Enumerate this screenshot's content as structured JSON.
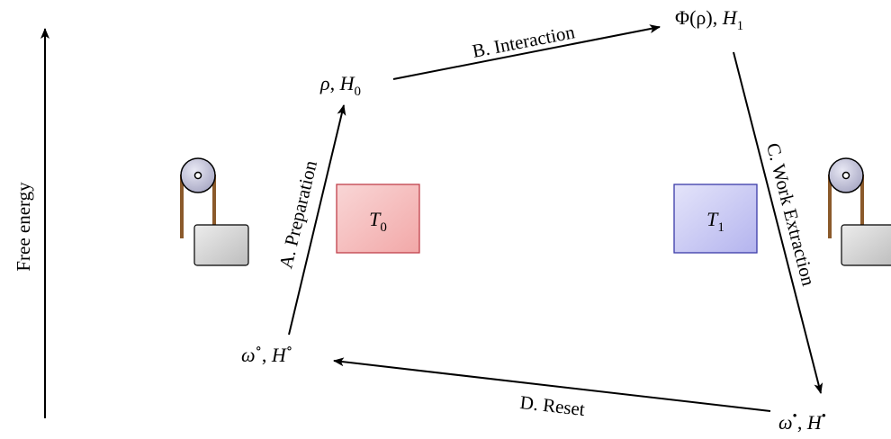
{
  "axis": {
    "label": "Free energy"
  },
  "nodes": {
    "rho_H0": {
      "sym": "ρ",
      "sep": ", ",
      "H": "H",
      "sub": "0"
    },
    "phi_H1": {
      "sym": "Φ(ρ)",
      "sep": ", ",
      "H": "H",
      "sub": "1"
    },
    "omega_circ": {
      "sym": "ω",
      "sup": "∘",
      "sep": ", ",
      "H": "H",
      "hsup": "∘"
    },
    "omega_bullet": {
      "sym": "ω",
      "sup": "•",
      "sep": ", ",
      "H": "H",
      "hsup": "•"
    }
  },
  "steps": {
    "A": "A. Preparation",
    "B": "B. Interaction",
    "C": "C. Work Extraction",
    "D": "D. Reset"
  },
  "baths": {
    "T0": {
      "sym": "T",
      "sub": "0",
      "fill": "#f6c0c0",
      "stroke": "#c0404a"
    },
    "T1": {
      "sym": "T",
      "sub": "1",
      "fill": "#c8c8f4",
      "stroke": "#3a3aa8"
    }
  },
  "colors": {
    "arrow": "#000000",
    "pulley_fill": "#c8c8dc",
    "rope": "#8b5a2b",
    "weight_fill": "#d4d4d4"
  }
}
